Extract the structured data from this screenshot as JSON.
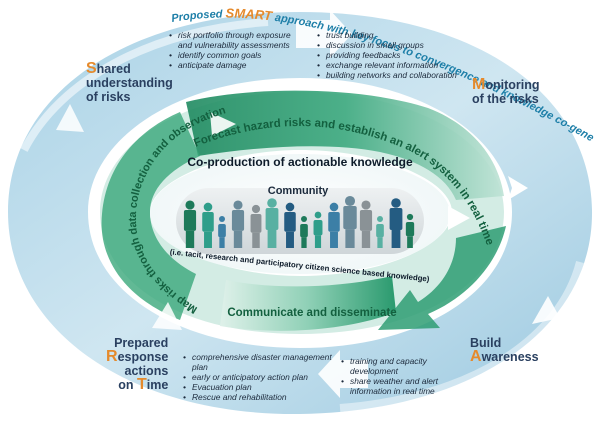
{
  "title": {
    "prefix": "Proposed ",
    "highlight": "SMART",
    "suffix": " approach with key focus to convergence and knowledge co-generation"
  },
  "stages": {
    "shared": {
      "first": "S",
      "line1_rest": "hared",
      "line2": "understanding",
      "line3": "of risks"
    },
    "monitoring": {
      "first": "M",
      "line1_rest": "onitoring",
      "line2": "of the risks"
    },
    "awareness": {
      "line1": "Build",
      "first": "A",
      "line2_rest": "wareness"
    },
    "response": {
      "line1": "Prepared",
      "r_first": "R",
      "line2_rest": "esponse",
      "line3": "actions",
      "line4_pre": "on ",
      "t_first": "T",
      "line4_rest": "ime"
    }
  },
  "bullets": {
    "shared": [
      "risk portfolio through exposure and vulnerability assessments",
      "identify common goals",
      "anticipate damage"
    ],
    "monitoring": [
      "trust building",
      "discussion in small groups",
      "providing feedbacks",
      "exchange relevant information",
      "building networks and collaboration"
    ],
    "response": [
      "comprehensive disaster management plan",
      "early or anticipatory action plan",
      "Evacuation plan",
      "Rescue and rehabilitation"
    ],
    "awareness": [
      "training and capacity development",
      "share weather and alert information in real time"
    ]
  },
  "ring": {
    "top": "Forecast hazard risks and establish an alert system in real time",
    "bottom": "Communicate and disseminate",
    "left": "Map risks through data collection and observation"
  },
  "center": {
    "title": "Co-production of actionable knowledge",
    "community": "Community",
    "subtitle": "(i.e. tacit, research and participatory citizen science based knowledge)"
  },
  "colors": {
    "title_blue": "#1e7fa8",
    "accent_orange": "#e58a2c",
    "green_dark": "#16734f",
    "green_mid": "#2f9b72",
    "ring_light": "#d8ecea",
    "outer_blue": "#7ab6d6",
    "people": [
      "#1e7a5a",
      "#2f9e8a",
      "#3c7fa6",
      "#6a8a9a",
      "#8a9296",
      "#58b0a2",
      "#245c82"
    ]
  },
  "icons": [
    "arrow-right-icon",
    "arrow-left-icon",
    "arrow-down-icon",
    "arrow-up-icon",
    "person-icon"
  ]
}
